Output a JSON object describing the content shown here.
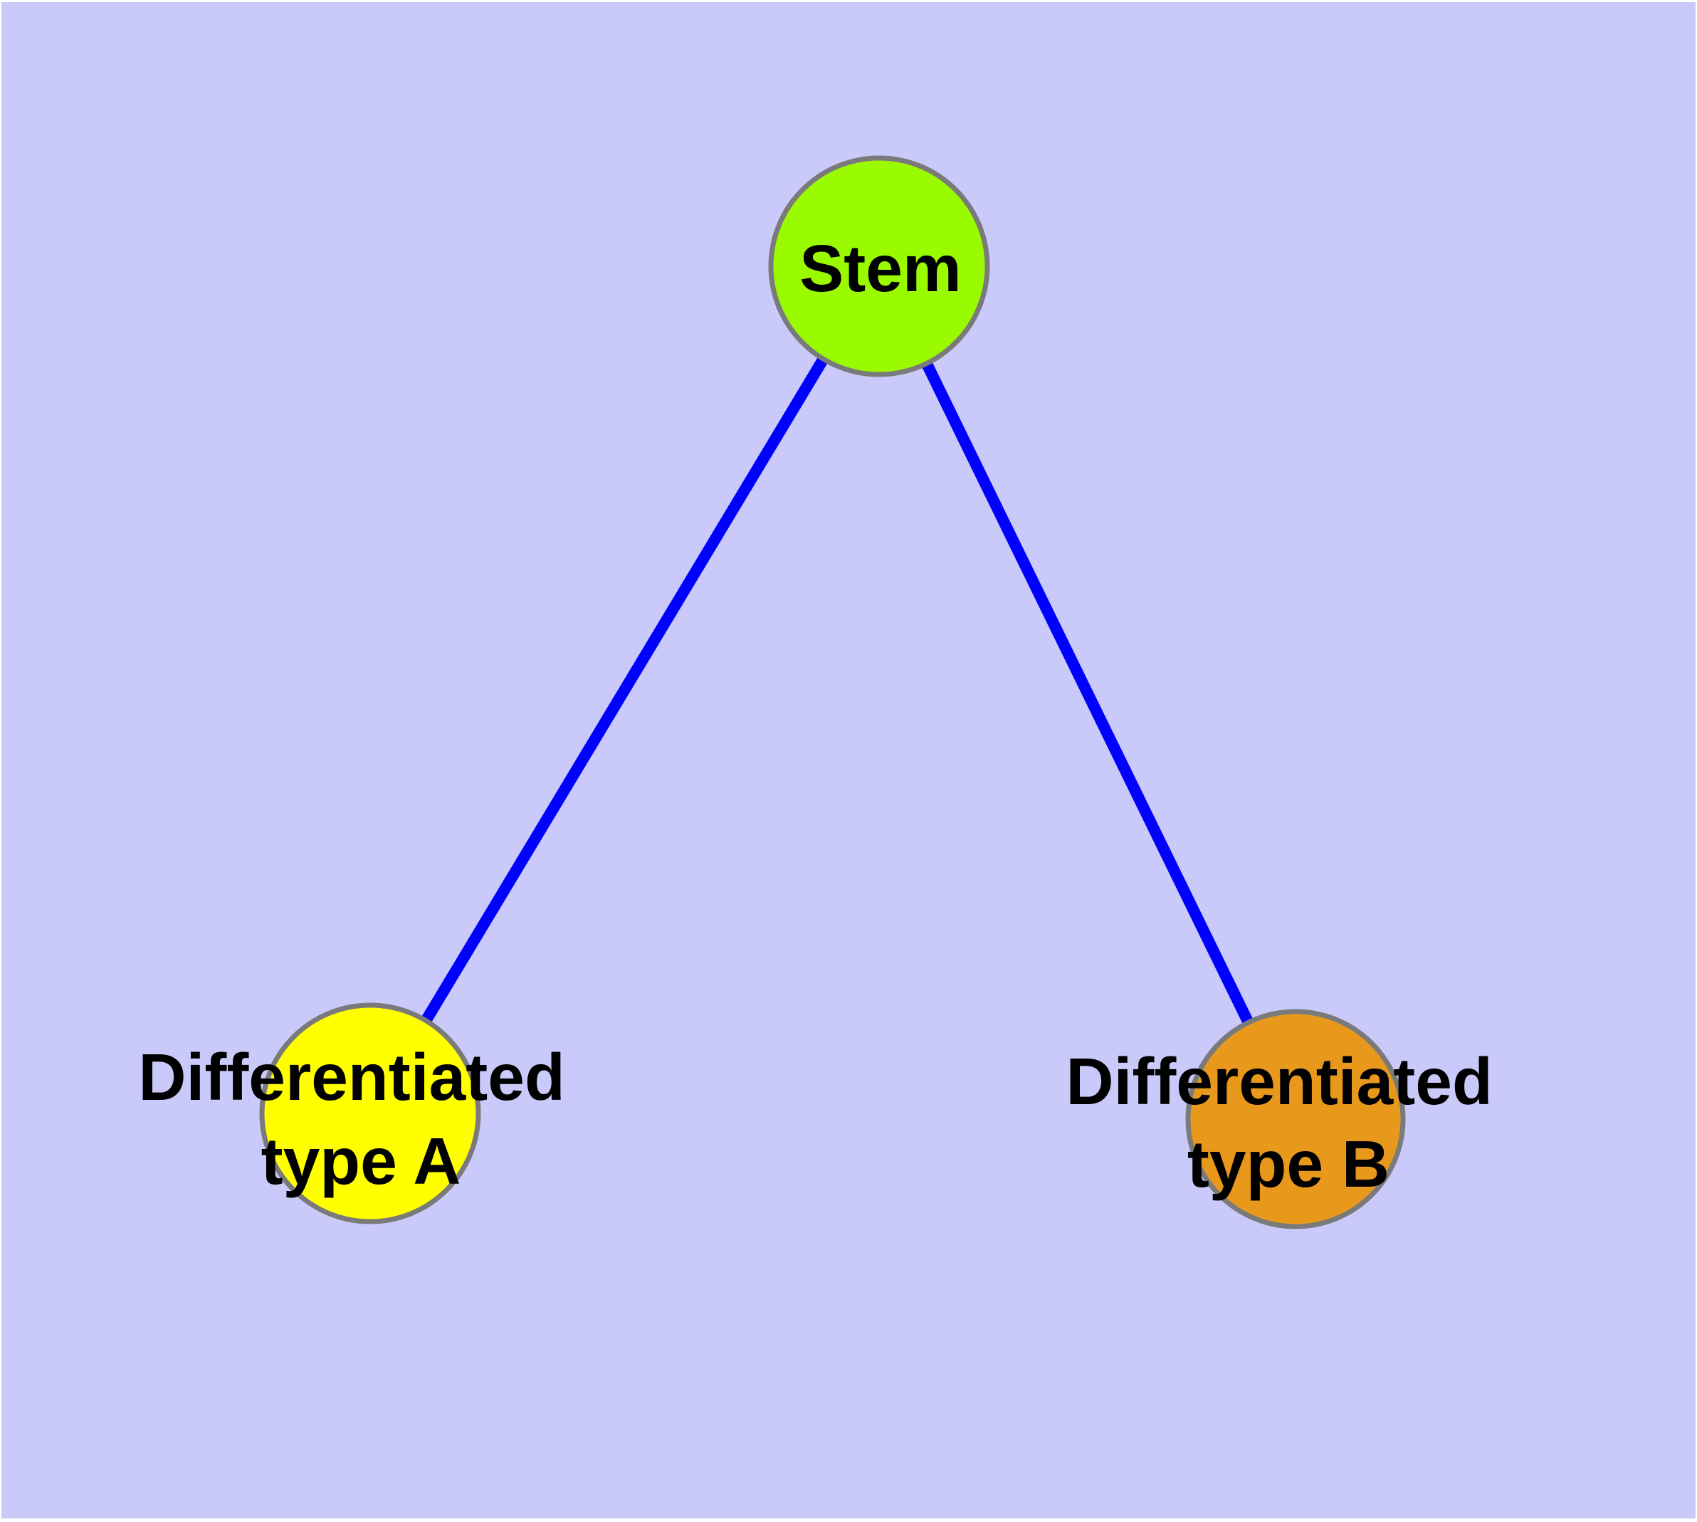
{
  "diagram": {
    "type": "graph",
    "description": "Cell differentiation graph: a stem node connected to two differentiated cell type nodes",
    "background_color": "#CACAFA",
    "page_margin_color": "#FFFFFF",
    "edge_color": "#0000FF",
    "node_border_color": "#7A7A7A",
    "text_color": "#000000",
    "nodes": [
      {
        "id": "stem",
        "label": "Stem",
        "fill": "#9AFB00"
      },
      {
        "id": "type-a",
        "label_line1": "Differentiated",
        "label_line2": "type A",
        "fill": "#FFFF00"
      },
      {
        "id": "type-b",
        "label_line1": "Differentiated",
        "label_line2": "type B",
        "fill": "#E8991C"
      }
    ],
    "edges": [
      {
        "from": "Stem",
        "to": "Differentiated type A"
      },
      {
        "from": "Stem",
        "to": "Differentiated type B"
      }
    ]
  }
}
